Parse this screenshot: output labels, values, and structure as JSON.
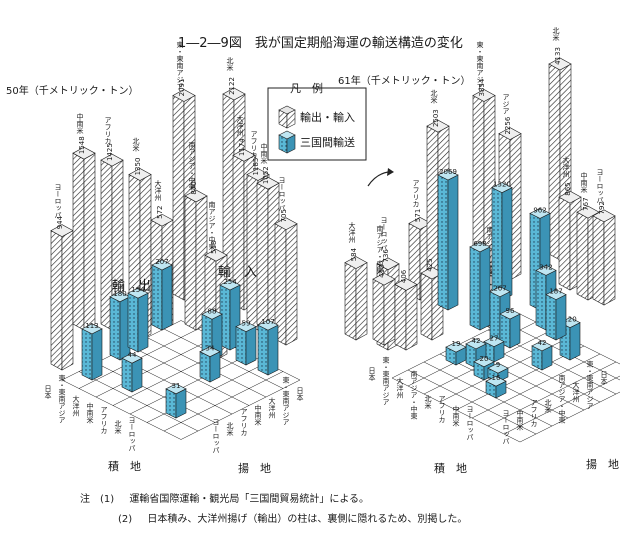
{
  "title": "1―2―9図　我が国定期船海運の輸送構造の変化",
  "legend": {
    "title": "凡　例",
    "items": [
      {
        "label": "輸出・輸入",
        "pattern": "hatch"
      },
      {
        "label": "三国間輸送",
        "pattern": "dots"
      }
    ]
  },
  "colors": {
    "bar": "#5ab8d6",
    "bar_side": "#3b93b5",
    "bar_top": "#bfe6f2",
    "ink": "#1a1a1a"
  },
  "notes": [
    {
      "label": "注　(1)",
      "text": "運輸省国際運輸・観光局「三国間貿易統計」による。"
    },
    {
      "label": "(2)",
      "text": "日本積み、大洋州揚げ（輸出）の柱は、裏側に隠れるため、別掲した。"
    }
  ],
  "chart_data": [
    {
      "type": "bar",
      "title": "50年（千メトリック・トン）",
      "axis_loading": {
        "label": "積　地",
        "categories": [
          "日本",
          "東・東南アジア",
          "大洋州",
          "中南米",
          "アフリカ",
          "北米",
          "ヨーロッパ"
        ]
      },
      "axis_unloading": {
        "label": "揚　地",
        "categories": [
          "日本",
          "東・東南アジア",
          "大洋州",
          "中南米",
          "アフリカ",
          "北米",
          "ヨーロッパ"
        ]
      },
      "region_labels": [
        "輸　出",
        "輸　入"
      ],
      "series": [
        {
          "name": "輸出・輸入",
          "values": [
            {
              "label": "ヨーロッパ",
              "value": 944
            },
            {
              "label": "中南米",
              "value": 1548
            },
            {
              "label": "アフリカ",
              "value": 1425
            },
            {
              "label": "北米",
              "value": 1350
            },
            {
              "label": "大洋州",
              "value": 572
            },
            {
              "label": "東・東南アジア",
              "value": 2091
            },
            {
              "label": "北米",
              "value": 2122
            },
            {
              "label": "大洋州",
              "value": 1174
            },
            {
              "label": "アフリカ",
              "value": 1185
            },
            {
              "label": "南アジア・中東",
              "value": 870
            },
            {
              "label": "中南米",
              "value": 1052
            },
            {
              "label": "ヨーロッパ",
              "value": 705
            },
            {
              "label": "南アジア・中東",
              "value": 518
            }
          ]
        },
        {
          "name": "三国間輸送",
          "values": [
            {
              "label": "",
              "value": 113
            },
            {
              "label": "",
              "value": 180
            },
            {
              "label": "",
              "value": 154
            },
            {
              "label": "",
              "value": 207
            },
            {
              "label": "",
              "value": 254
            },
            {
              "label": "",
              "value": 88
            },
            {
              "label": "",
              "value": 59
            },
            {
              "label": "",
              "value": 107
            },
            {
              "label": "",
              "value": 44
            },
            {
              "label": "",
              "value": 34
            },
            {
              "label": "",
              "value": 31
            }
          ]
        }
      ]
    },
    {
      "type": "bar",
      "title": "61年（千メトリック・トン）",
      "axis_loading": {
        "label": "積　地",
        "categories": [
          "日本",
          "東・東南アジア",
          "大洋州",
          "南アジア・中東",
          "北米",
          "アフリカ",
          "中南米",
          "ヨーロッパ"
        ]
      },
      "axis_unloading": {
        "label": "揚　地",
        "categories": [
          "日本",
          "東・東南アジア",
          "大洋州",
          "南アジア・中東",
          "北米",
          "アフリカ",
          "中南米",
          "ヨーロッパ"
        ]
      },
      "region_labels": [],
      "series": [
        {
          "name": "輸出・輸入",
          "values": [
            {
              "label": "大洋州",
              "value": 584
            },
            {
              "label": "ヨーロッパ",
              "value": 736
            },
            {
              "label": "アフリカ",
              "value": 571
            },
            {
              "label": "北米",
              "value": 2503
            },
            {
              "label": "東・東南アジア",
              "value": 3854
            },
            {
              "label": "アジア",
              "value": 2256
            },
            {
              "label": "北米",
              "value": 4133
            },
            {
              "label": "大洋州",
              "value": 865
            },
            {
              "label": "中南米",
              "value": 767
            },
            {
              "label": "ヨーロッパ",
              "value": 792
            },
            {
              "label": "南アジア・中東",
              "value": 410
            },
            {
              "label": "",
              "value": 425
            },
            {
              "label": "",
              "value": 406
            },
            {
              "label": "南アジア・中東",
              "value": 220
            }
          ]
        },
        {
          "name": "三国間輸送",
          "values": [
            {
              "label": "",
              "value": 2069
            },
            {
              "label": "",
              "value": 1320
            },
            {
              "label": "",
              "value": 698
            },
            {
              "label": "",
              "value": 962
            },
            {
              "label": "",
              "value": 342
            },
            {
              "label": "",
              "value": 267
            },
            {
              "label": "",
              "value": 120
            },
            {
              "label": "",
              "value": 187
            },
            {
              "label": "",
              "value": 96
            },
            {
              "label": "",
              "value": 27
            },
            {
              "label": "",
              "value": 42
            },
            {
              "label": "",
              "value": 19
            },
            {
              "label": "",
              "value": 20
            },
            {
              "label": "",
              "value": 42
            },
            {
              "label": "",
              "value": 9
            },
            {
              "label": "",
              "value": 16
            }
          ]
        }
      ]
    }
  ]
}
